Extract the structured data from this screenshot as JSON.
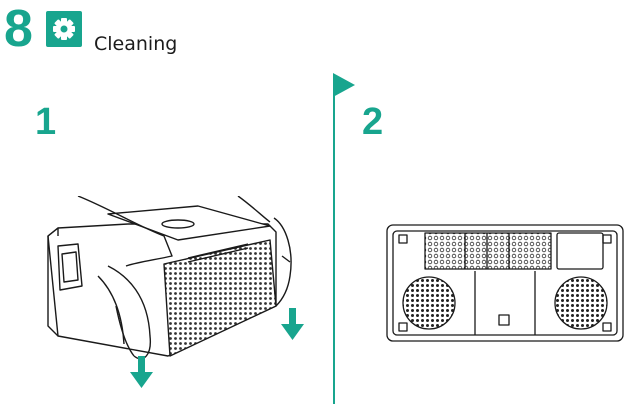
{
  "header": {
    "chapter_number": "8",
    "chapter_icon": "gear-icon",
    "chapter_title": "Cleaning"
  },
  "steps": [
    {
      "number": "1",
      "illustration": "hands-pressing-filter-cover-down"
    },
    {
      "number": "2",
      "illustration": "device-underside-view"
    }
  ],
  "colors": {
    "accent": "#18a58e",
    "text": "#1c1c1c",
    "line": "#1a1a1a"
  }
}
